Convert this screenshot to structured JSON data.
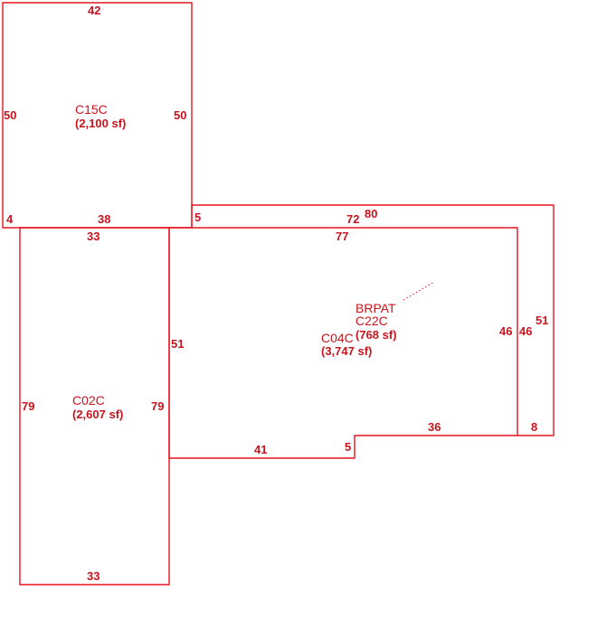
{
  "colors": {
    "line": "#e8141e",
    "text": "#c8141e",
    "background": "#ffffff"
  },
  "areas": {
    "c15c": {
      "code": "C15C",
      "size": "(2,100 sf)"
    },
    "c02c": {
      "code": "C02C",
      "size": "(2,607 sf)"
    },
    "c04c": {
      "code": "C04C",
      "size": "(3,747 sf)"
    },
    "c22c": {
      "code": "C22C",
      "size": "(768 sf)"
    },
    "brpat": {
      "code": "BRPAT"
    }
  },
  "dimensions": {
    "c15c_top": "42",
    "c15c_left": "50",
    "c15c_right": "50",
    "c15c_bottom": "38",
    "c15c_bottom_jog": "4",
    "c02c_top": "33",
    "c02c_left": "79",
    "c02c_right": "79",
    "c02c_bottom": "33",
    "c04c_top": "77",
    "c04c_left": "51",
    "c04c_right": "46",
    "c04c_bottom_left": "41",
    "c04c_step": "5",
    "c04c_bottom_right": "36",
    "c22c_left_jog": "5",
    "c22c_top_inner": "72",
    "c22c_top_outer": "80",
    "c22c_inner_side": "46",
    "c22c_outer_side": "51",
    "c22c_bottom": "8"
  }
}
